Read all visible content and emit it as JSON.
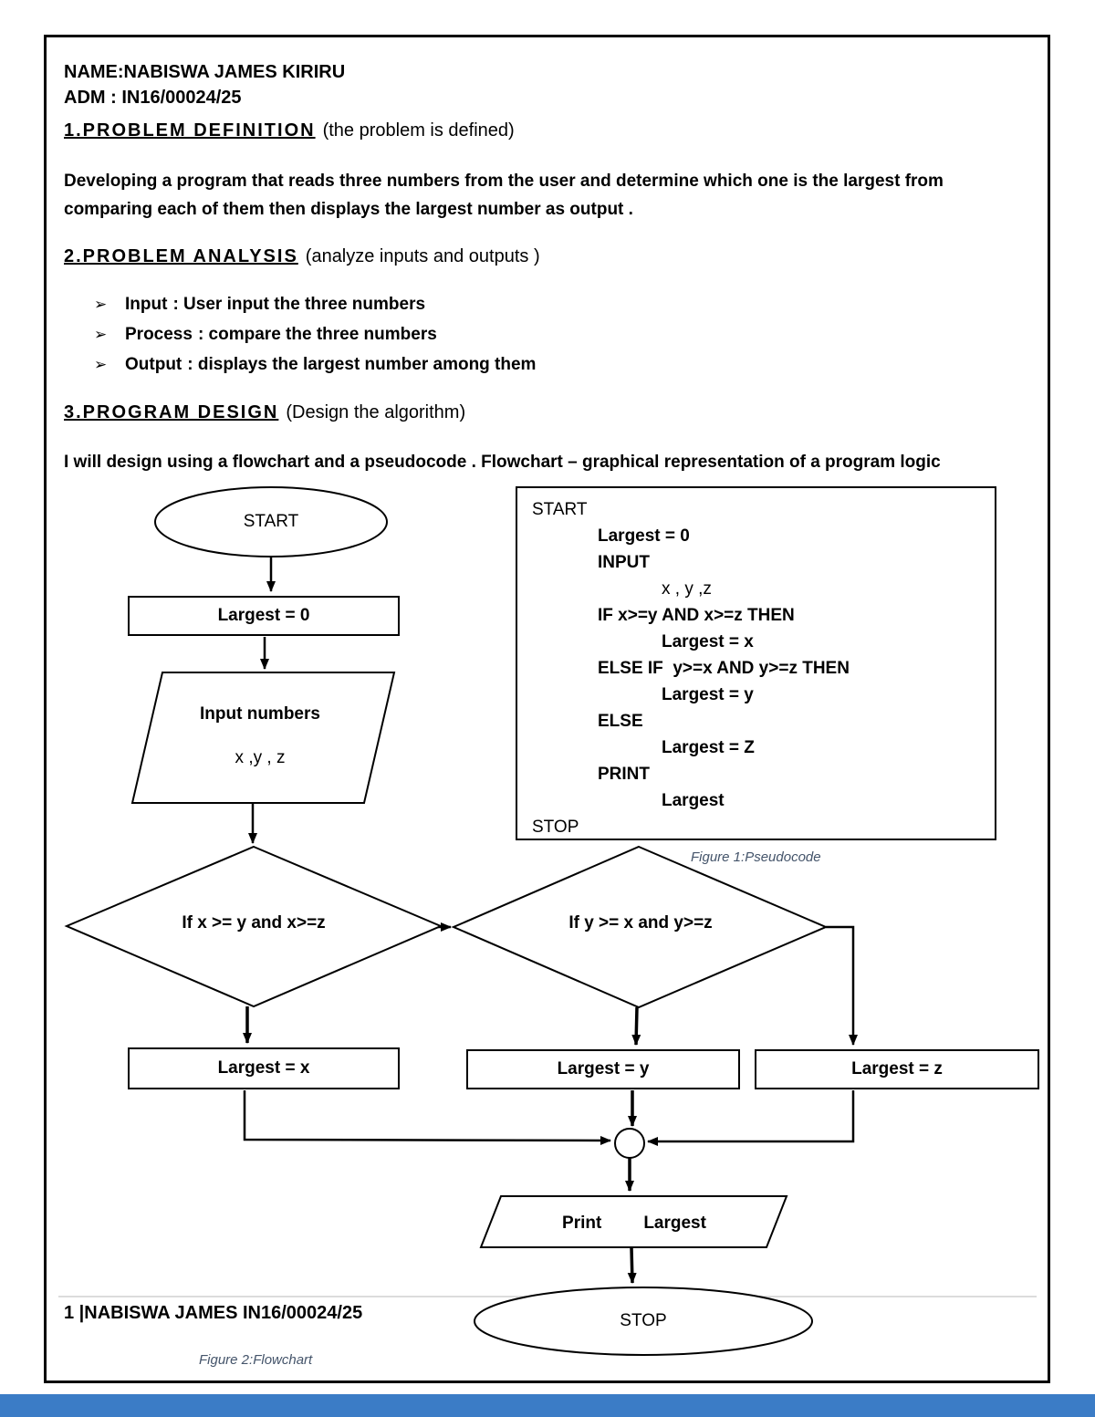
{
  "colors": {
    "footer_bar": "#3B7CC6",
    "caption_text": "#44546A"
  },
  "header": {
    "name_line": "NAME:NABISWA JAMES KIRIRU",
    "adm_line": "ADM : IN16/00024/25"
  },
  "sections": [
    {
      "heading": "1.PROBLEM DEFINITION",
      "note": "(the problem is defined)",
      "body": "Developing a program that reads three numbers from the user and determine which one is the largest  from comparing each of them then displays the largest number as  output ."
    },
    {
      "heading": "2.PROBLEM ANALYSIS",
      "note": "(analyze inputs and outputs  )",
      "bullet_glyph": "➢",
      "bullets": [
        {
          "term": "Input",
          "text": ": User input the three numbers"
        },
        {
          "term": "Process",
          "text": ":  compare the three numbers"
        },
        {
          "term": "Output",
          "text": ": displays the largest number among them"
        }
      ]
    },
    {
      "heading": "3.PROGRAM DESIGN",
      "note": "(Design the algorithm)",
      "body": "I will design using a flowchart and a pseudocode . Flowchart – graphical representation of a program logic"
    }
  ],
  "pseudocode": {
    "caption": "Figure 1:Pseudocode",
    "lines": [
      {
        "indent": 0,
        "bold": false,
        "text": "START"
      },
      {
        "indent": 1,
        "bold": true,
        "text": "Largest = 0"
      },
      {
        "indent": 1,
        "bold": true,
        "text": "INPUT"
      },
      {
        "indent": 2,
        "bold": false,
        "text": "x , y ,z"
      },
      {
        "indent": 1,
        "bold": true,
        "text": "IF x>=y AND x>=z THEN"
      },
      {
        "indent": 2,
        "bold": true,
        "text": "Largest = x"
      },
      {
        "indent": 1,
        "bold": true,
        "text": "ELSE IF  y>=x AND y>=z THEN"
      },
      {
        "indent": 2,
        "bold": true,
        "text": "Largest = y"
      },
      {
        "indent": 1,
        "bold": true,
        "text": "ELSE"
      },
      {
        "indent": 2,
        "bold": true,
        "text": "Largest = Z"
      },
      {
        "indent": 1,
        "bold": true,
        "text": "PRINT"
      },
      {
        "indent": 2,
        "bold": true,
        "text": "Largest"
      },
      {
        "indent": 0,
        "bold": false,
        "text": "STOP"
      }
    ]
  },
  "flowchart": {
    "caption": "Figure 2:Flowchart",
    "start_label": "START",
    "init_label": "Largest = 0",
    "input_line1": "Input numbers",
    "input_line2": "x ,y , z",
    "decision1_label": "If  x >= y and x>=z",
    "decision2_label": "If  y >= x and y>=z",
    "assign_x_label": "Largest = x",
    "assign_y_label": "Largest = y",
    "assign_z_label": "Largest = z",
    "print_word": "Print",
    "print_value": "Largest",
    "stop_label": "STOP"
  },
  "footer": {
    "page_line": "1 |NABISWA JAMES  IN16/00024/25"
  }
}
